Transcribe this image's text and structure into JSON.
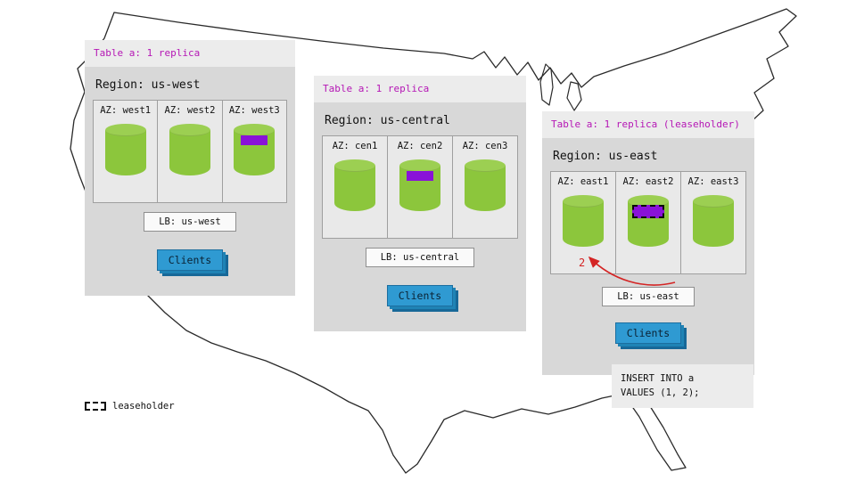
{
  "colors": {
    "table_label_magenta": "#b517b5",
    "replica_purple": "#8912d8",
    "cylinder_green": "#8cc63c",
    "clients_blue": "#2f9ad2",
    "arrow_red": "#d42424",
    "panel_gray": "#d8d8d8"
  },
  "panels": [
    {
      "table_label": "Table a: 1 replica",
      "region_label": "Region: us-west",
      "azs": [
        {
          "label": "AZ: west1",
          "has_replica": false,
          "is_leaseholder": false
        },
        {
          "label": "AZ: west2",
          "has_replica": false,
          "is_leaseholder": false
        },
        {
          "label": "AZ: west3",
          "has_replica": true,
          "is_leaseholder": false
        }
      ],
      "lb_label": "LB: us-west",
      "clients_label": "Clients"
    },
    {
      "table_label": "Table a: 1 replica",
      "region_label": "Region: us-central",
      "azs": [
        {
          "label": "AZ: cen1",
          "has_replica": false,
          "is_leaseholder": false
        },
        {
          "label": "AZ: cen2",
          "has_replica": true,
          "is_leaseholder": false
        },
        {
          "label": "AZ: cen3",
          "has_replica": false,
          "is_leaseholder": false
        }
      ],
      "lb_label": "LB: us-central",
      "clients_label": "Clients"
    },
    {
      "table_label": "Table a: 1 replica (leaseholder)",
      "region_label": "Region: us-east",
      "azs": [
        {
          "label": "AZ: east1",
          "has_replica": false,
          "is_leaseholder": false
        },
        {
          "label": "AZ: east2",
          "has_replica": true,
          "is_leaseholder": true
        },
        {
          "label": "AZ: east3",
          "has_replica": false,
          "is_leaseholder": false
        }
      ],
      "lb_label": "LB: us-east",
      "clients_label": "Clients"
    }
  ],
  "annotation": {
    "step_label": "2"
  },
  "query": {
    "line1": "INSERT INTO a",
    "line2": "VALUES (1, 2);"
  },
  "legend": {
    "label": "leaseholder"
  }
}
